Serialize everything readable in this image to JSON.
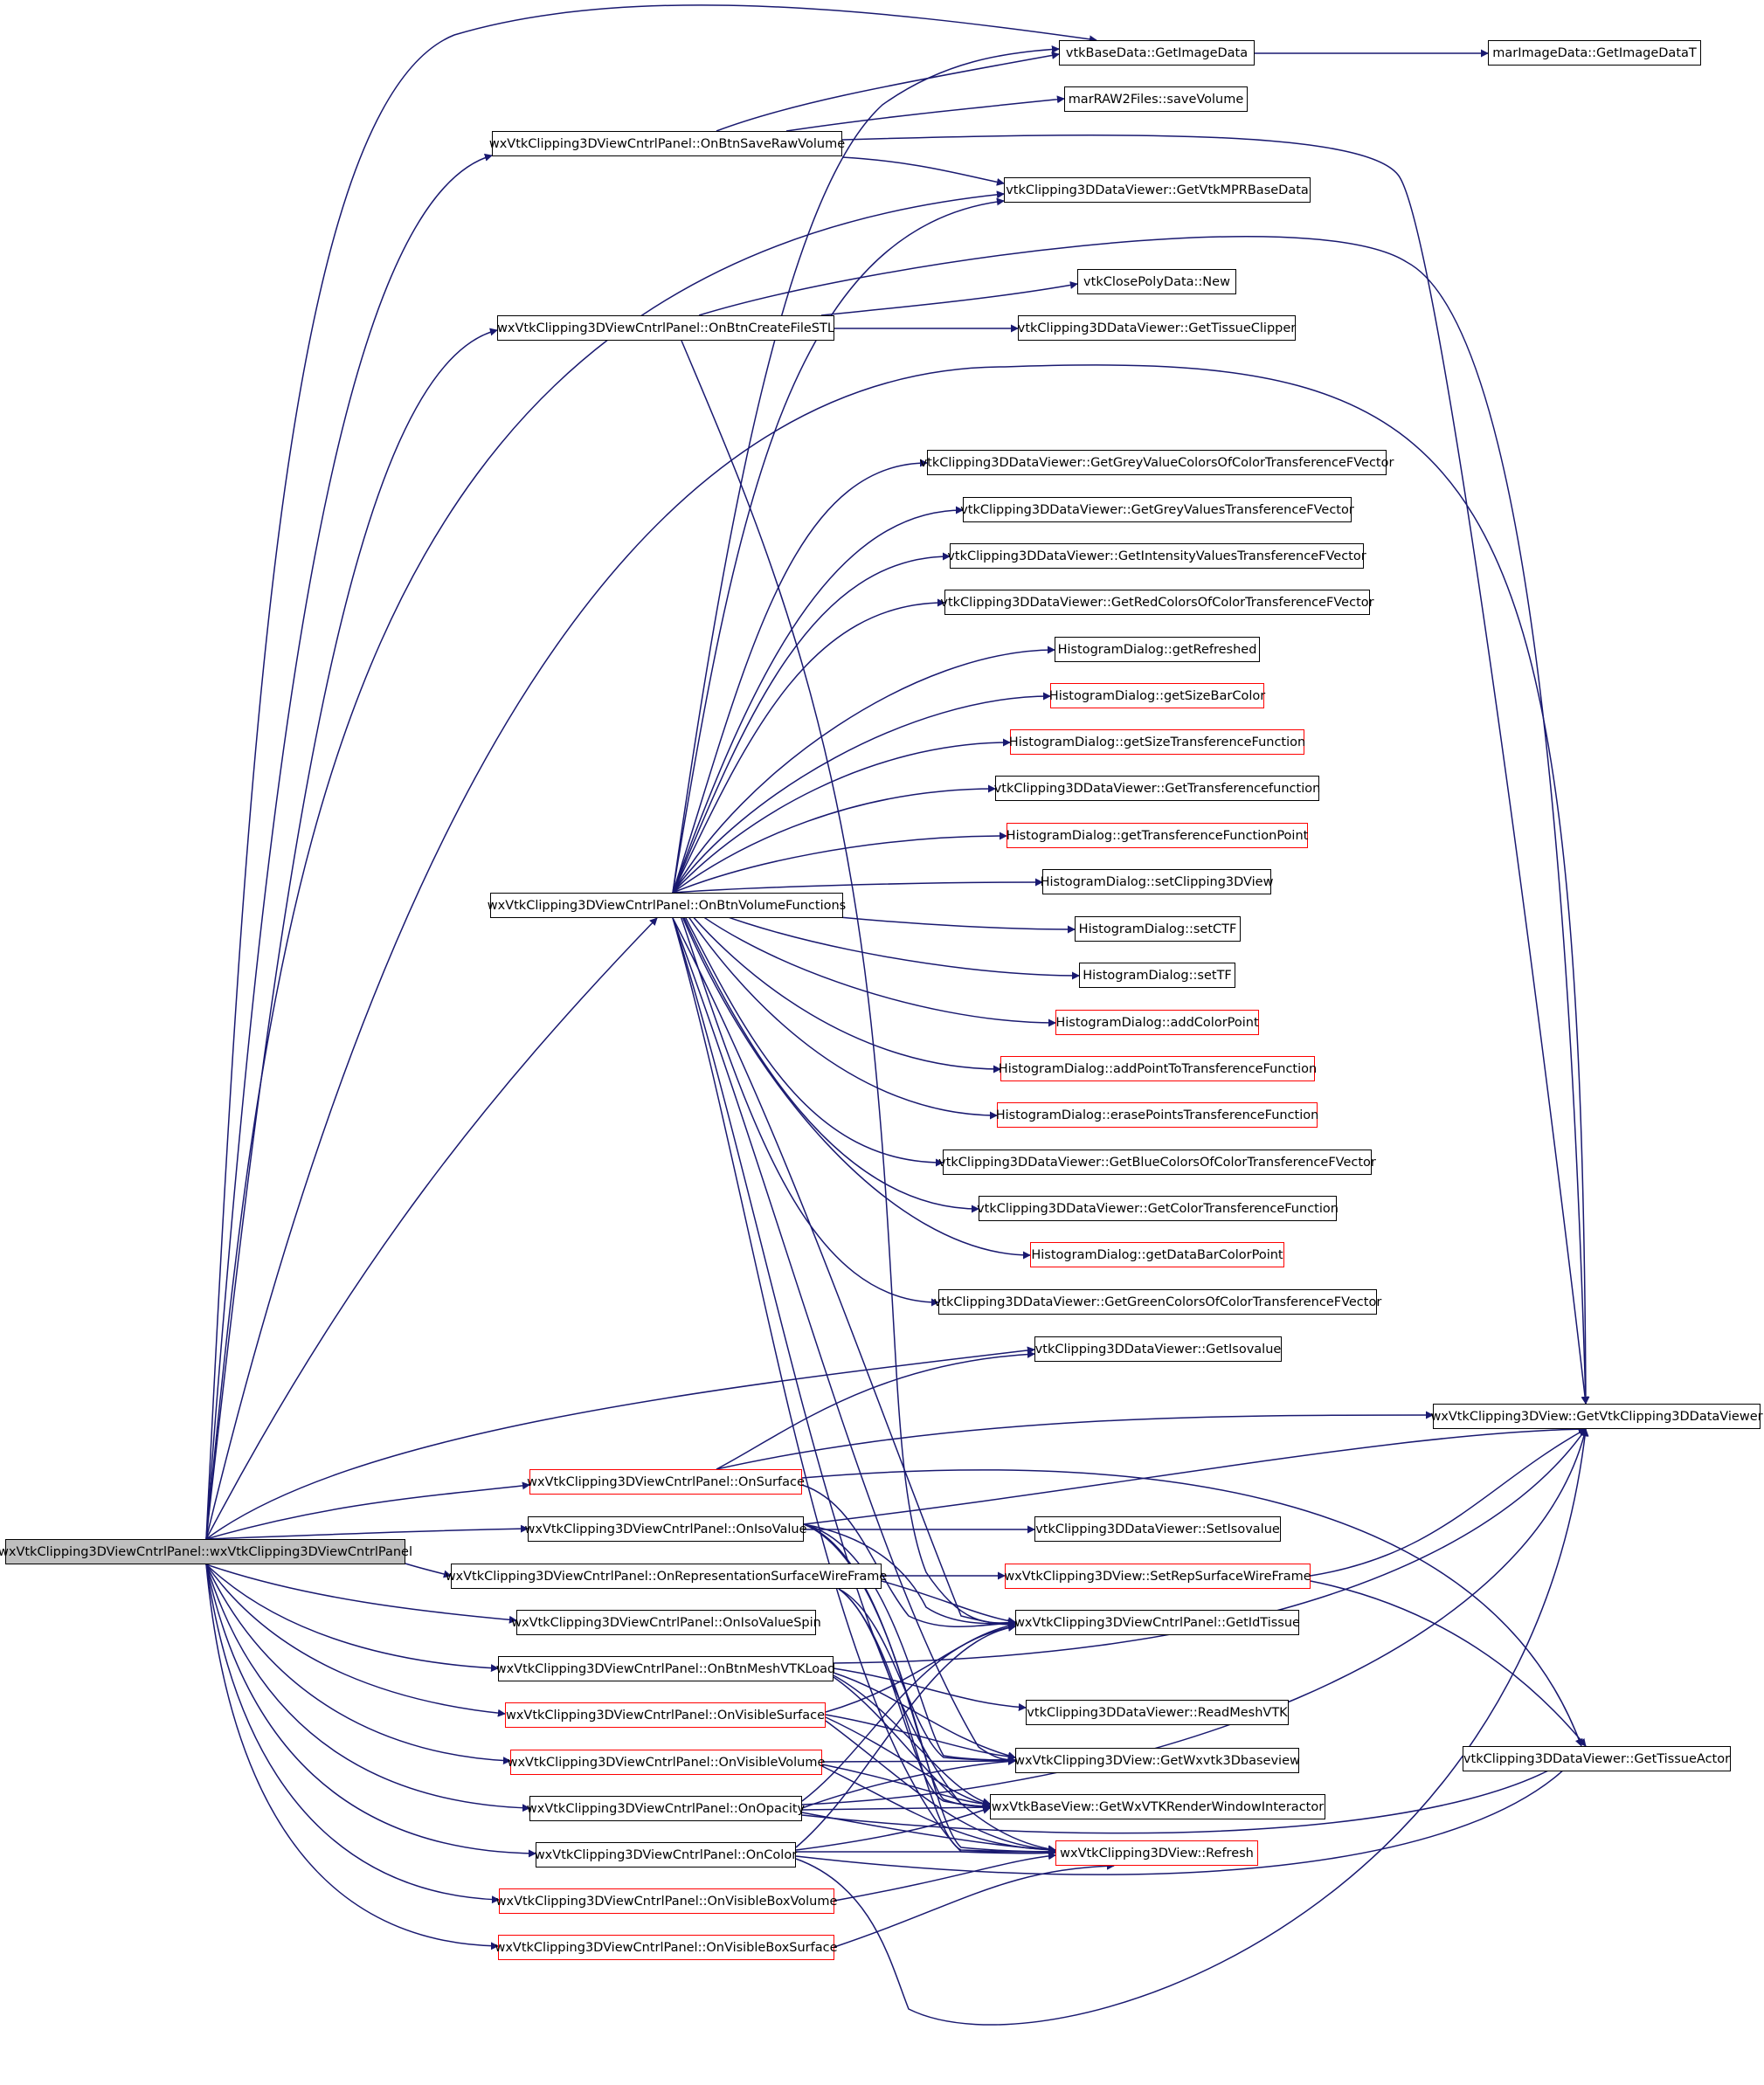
{
  "colors": {
    "edge": "#191970",
    "border_default": "#000000",
    "border_incomplete": "#ff0000",
    "root_fill": "#bfbfbf"
  },
  "nodes": {
    "root": "wxVtkClipping3DViewCntrlPanel::wxVtkClipping3DViewCntrlPanel",
    "on_btn_save_raw_volume": "wxVtkClipping3DViewCntrlPanel::OnBtnSaveRawVolume",
    "on_btn_create_file_stl": "wxVtkClipping3DViewCntrlPanel::OnBtnCreateFileSTL",
    "on_btn_volume_functions": "wxVtkClipping3DViewCntrlPanel::OnBtnVolumeFunctions",
    "on_surface": "wxVtkClipping3DViewCntrlPanel::OnSurface",
    "on_iso_value": "wxVtkClipping3DViewCntrlPanel::OnIsoValue",
    "on_representation_surface_wire_frame": "wxVtkClipping3DViewCntrlPanel::OnRepresentationSurfaceWireFrame",
    "on_iso_value_spin": "wxVtkClipping3DViewCntrlPanel::OnIsoValueSpin",
    "on_btn_mesh_vtk_load": "wxVtkClipping3DViewCntrlPanel::OnBtnMeshVTKLoad",
    "on_visible_surface": "wxVtkClipping3DViewCntrlPanel::OnVisibleSurface",
    "on_visible_volume": "wxVtkClipping3DViewCntrlPanel::OnVisibleVolume",
    "on_opacity": "wxVtkClipping3DViewCntrlPanel::OnOpacity",
    "on_color": "wxVtkClipping3DViewCntrlPanel::OnColor",
    "on_visible_box_volume": "wxVtkClipping3DViewCntrlPanel::OnVisibleBoxVolume",
    "on_visible_box_surface": "wxVtkClipping3DViewCntrlPanel::OnVisibleBoxSurface",
    "vtk_base_data_get_image_data": "vtkBaseData::GetImageData",
    "mar_image_data_get_image_data_t": "marImageData::GetImageDataT",
    "mar_raw2files_save_volume": "marRAW2Files::saveVolume",
    "get_vtk_mpr_base_data": "vtkClipping3DDataViewer::GetVtkMPRBaseData",
    "vtk_close_poly_data_new": "vtkClosePolyData::New",
    "get_tissue_clipper": "vtkClipping3DDataViewer::GetTissueClipper",
    "get_grey_value_colors": "vtkClipping3DDataViewer::GetGreyValueColorsOfColorTransferenceFVector",
    "get_grey_values_transference": "vtkClipping3DDataViewer::GetGreyValuesTransferenceFVector",
    "get_intensity_values": "vtkClipping3DDataViewer::GetIntensityValuesTransferenceFVector",
    "get_red_colors": "vtkClipping3DDataViewer::GetRedColorsOfColorTransferenceFVector",
    "hd_get_refreshed": "HistogramDialog::getRefreshed",
    "hd_get_size_bar_color": "HistogramDialog::getSizeBarColor",
    "hd_get_size_transference_function": "HistogramDialog::getSizeTransferenceFunction",
    "get_transferencefunction": "vtkClipping3DDataViewer::GetTransferencefunction",
    "hd_get_transference_function_point": "HistogramDialog::getTransferenceFunctionPoint",
    "hd_set_clipping3d_view": "HistogramDialog::setClipping3DView",
    "hd_set_ctf": "HistogramDialog::setCTF",
    "hd_set_tf": "HistogramDialog::setTF",
    "hd_add_color_point": "HistogramDialog::addColorPoint",
    "hd_add_point_to_transference_function": "HistogramDialog::addPointToTransferenceFunction",
    "hd_erase_points_transference_function": "HistogramDialog::erasePointsTransferenceFunction",
    "get_blue_colors": "vtkClipping3DDataViewer::GetBlueColorsOfColorTransferenceFVector",
    "get_color_transference_function": "vtkClipping3DDataViewer::GetColorTransferenceFunction",
    "hd_get_data_bar_color_point": "HistogramDialog::getDataBarColorPoint",
    "get_green_colors": "vtkClipping3DDataViewer::GetGreenColorsOfColorTransferenceFVector",
    "get_isovalue": "vtkClipping3DDataViewer::GetIsovalue",
    "get_vtk_clipping3d_data_viewer": "wxVtkClipping3DView::GetVtkClipping3DDataViewer",
    "set_isovalue": "vtkClipping3DDataViewer::SetIsovalue",
    "set_rep_surface_wire_frame": "wxVtkClipping3DView::SetRepSurfaceWireFrame",
    "get_id_tissue": "wxVtkClipping3DViewCntrlPanel::GetIdTissue",
    "read_mesh_vtk": "vtkClipping3DDataViewer::ReadMeshVTK",
    "get_tissue_actor": "vtkClipping3DDataViewer::GetTissueActor",
    "get_wxvtk3dbaseview": "wxVtkClipping3DView::GetWxvtk3Dbaseview",
    "get_wx_vtk_render_window_interactor": "wxVtkBaseView::GetWxVTKRenderWindowInteractor",
    "refresh": "wxVtkClipping3DView::Refresh"
  }
}
